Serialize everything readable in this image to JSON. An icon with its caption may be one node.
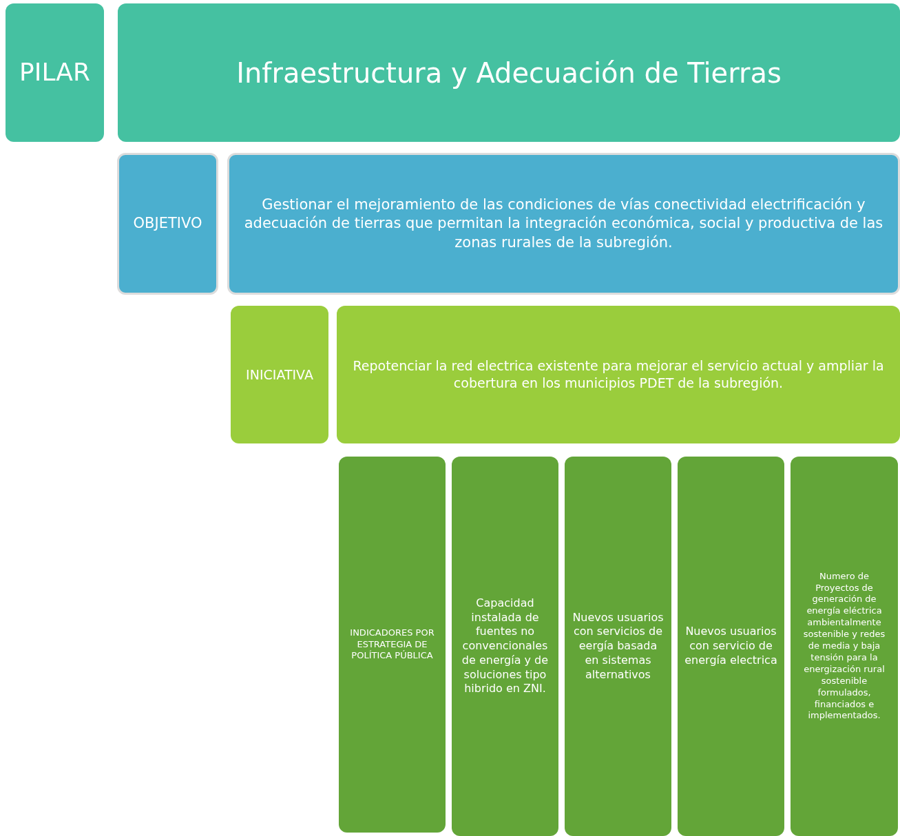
{
  "diagram": {
    "nodes": [
      {
        "text": [
          "PILAR"
        ]
      },
      {
        "text": [
          "Infraestructura y Adecuación de Tierras"
        ]
      },
      {
        "text": [
          "OBJETIVO"
        ]
      },
      {
        "text": [
          "Gestionar el mejoramiento de las condiciones de vías conectividad electrificación y adecuación de tierras que permitan la integración económica, social y productiva de las zonas rurales de la subregión."
        ]
      },
      {
        "text": [
          "INICIATIVA"
        ]
      },
      {
        "text": [
          "Repotenciar la red electrica existente para mejorar el servicio actual y ampliar la cobertura en los municipios PDET de la subregión."
        ]
      },
      {
        "text": [
          "INDICADORES POR ESTRATEGIA DE POLÍTICA PÚBLICA"
        ]
      },
      {
        "text": [
          "Capacidad instalada de fuentes no convencionales de energía y de soluciones tipo hibrido en ZNI."
        ]
      },
      {
        "text": [
          "Nuevos usuarios con servicios de eergía basada en sistemas alternativos"
        ]
      },
      {
        "text": [
          "Nuevos usuarios con servicio de energía electrica"
        ]
      },
      {
        "text": [
          "Numero de Proyectos de generación de energía eléctrica ambientalmente sostenible y redes de media y baja tensión para la energización rural sostenible formulados, financiados e implementados."
        ]
      }
    ]
  }
}
